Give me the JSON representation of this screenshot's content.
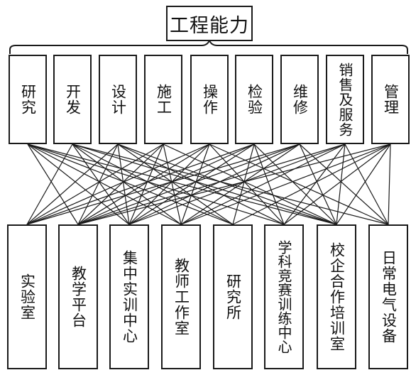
{
  "title": "工程能力",
  "top_items": [
    "研究",
    "开发",
    "设计",
    "施工",
    "操作",
    "检验",
    "维修",
    "销售及服务",
    "管理"
  ],
  "bottom_items": [
    "实验室",
    "教学平台",
    "集中实训中心",
    "教师工作室",
    "研究所",
    "学科竞赛训练中心",
    "校企合作培训室",
    "日常电气设备"
  ],
  "connections": [
    [
      0,
      1
    ],
    [
      0,
      2
    ],
    [
      0,
      3
    ],
    [
      0,
      4
    ],
    [
      0,
      5
    ],
    [
      0,
      6
    ],
    [
      1,
      0
    ],
    [
      1,
      2
    ],
    [
      1,
      3
    ],
    [
      1,
      4
    ],
    [
      1,
      6
    ],
    [
      1,
      7
    ],
    [
      2,
      0
    ],
    [
      2,
      1
    ],
    [
      2,
      2
    ],
    [
      2,
      4
    ],
    [
      2,
      5
    ],
    [
      2,
      6
    ],
    [
      3,
      0
    ],
    [
      3,
      1
    ],
    [
      3,
      2
    ],
    [
      3,
      3
    ],
    [
      3,
      6
    ],
    [
      4,
      0
    ],
    [
      4,
      1
    ],
    [
      4,
      2
    ],
    [
      4,
      3
    ],
    [
      4,
      5
    ],
    [
      4,
      7
    ],
    [
      5,
      0
    ],
    [
      5,
      1
    ],
    [
      5,
      2
    ],
    [
      5,
      4
    ],
    [
      5,
      5
    ],
    [
      5,
      6
    ],
    [
      6,
      0
    ],
    [
      6,
      1
    ],
    [
      6,
      2
    ],
    [
      6,
      3
    ],
    [
      6,
      6
    ],
    [
      6,
      7
    ],
    [
      7,
      1
    ],
    [
      7,
      2
    ],
    [
      7,
      3
    ],
    [
      7,
      5
    ],
    [
      7,
      6
    ],
    [
      7,
      7
    ],
    [
      8,
      1
    ],
    [
      8,
      3
    ],
    [
      8,
      4
    ],
    [
      8,
      5
    ],
    [
      8,
      6
    ],
    [
      8,
      7
    ]
  ]
}
